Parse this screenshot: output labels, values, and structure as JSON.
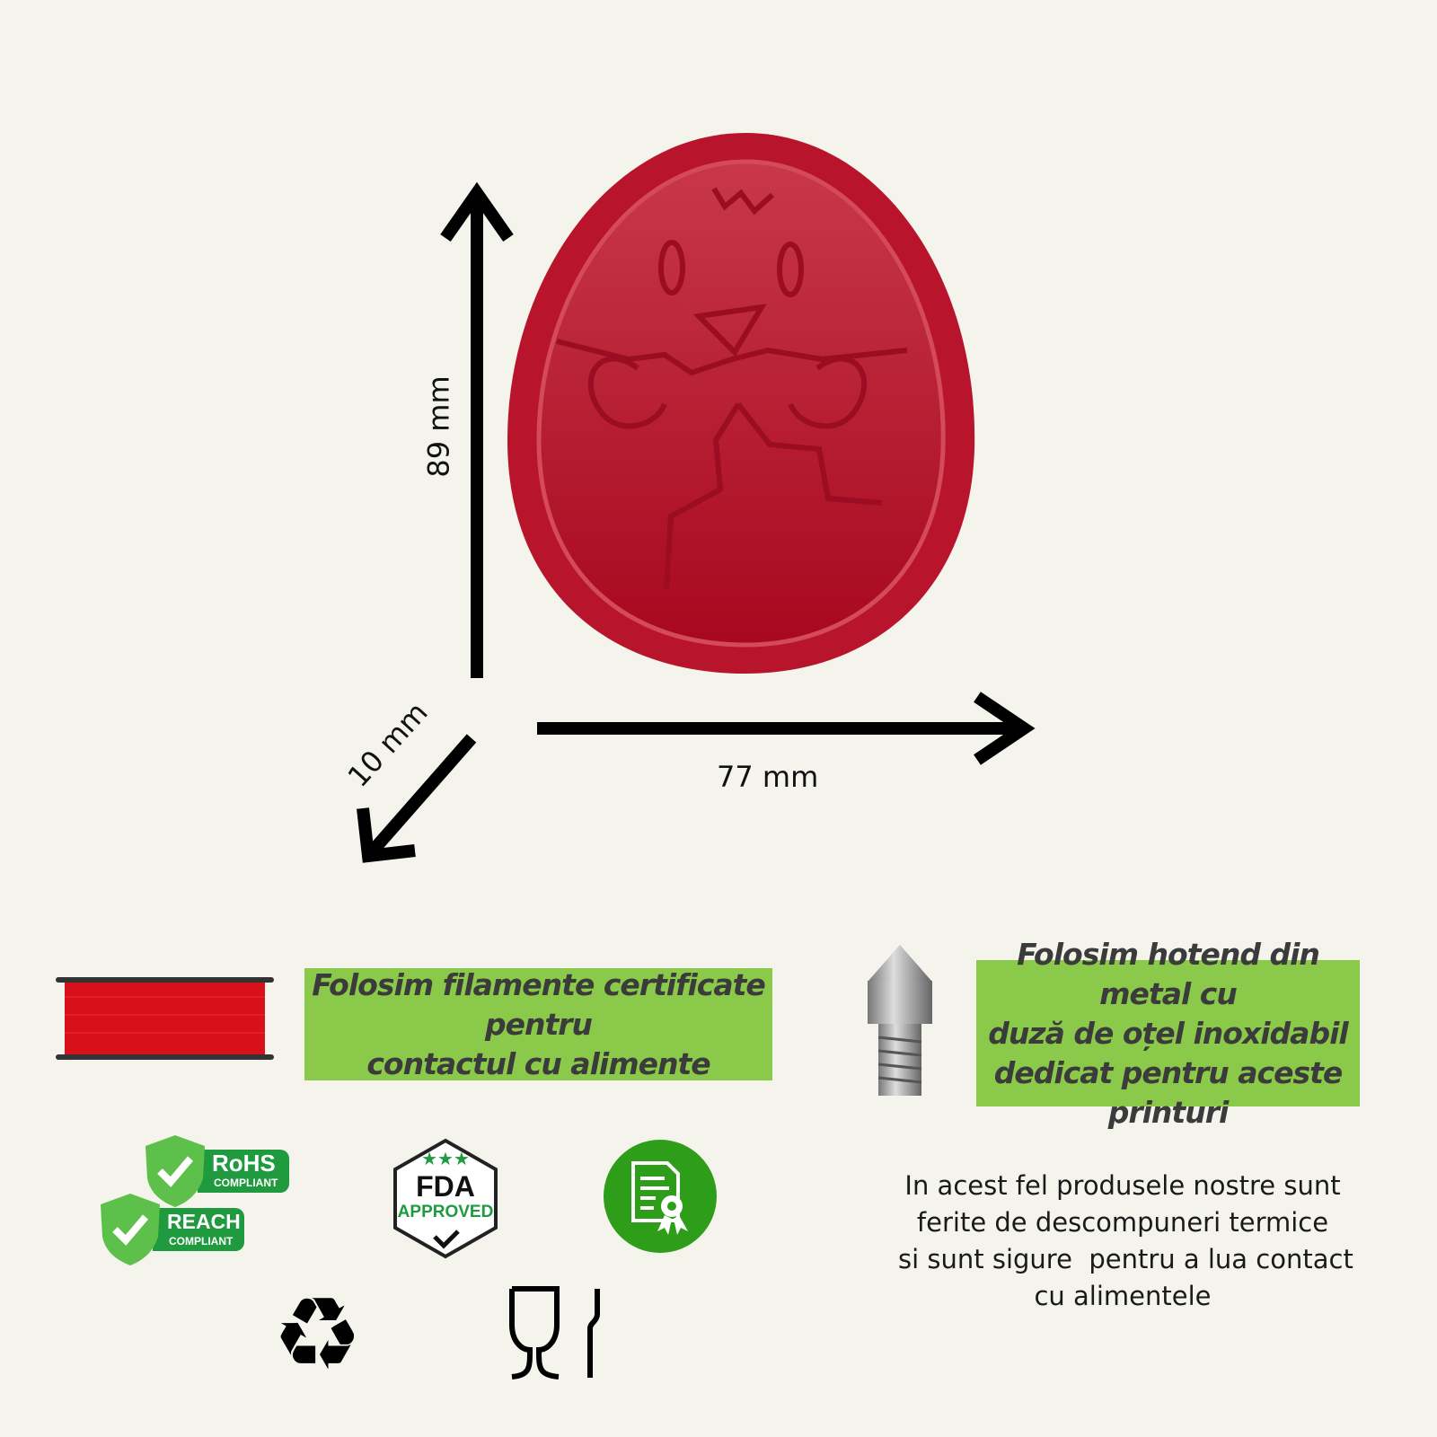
{
  "dimensions": {
    "height": "89 mm",
    "width": "77 mm",
    "depth": "10 mm"
  },
  "info_boxes": [
    {
      "text_line1": "Folosim filamente certificate pentru",
      "text_line2": "contactul cu alimente"
    },
    {
      "text_line1": "Folosim hotend din metal cu",
      "text_line2": "duză de oțel inoxidabil",
      "text_line3": "dedicat pentru aceste printuri"
    }
  ],
  "badges": {
    "rohs": {
      "title": "RoHS",
      "sub": "COMPLIANT"
    },
    "reach": {
      "title": "REACH",
      "sub": "COMPLIANT"
    },
    "fda": {
      "title": "FDA",
      "sub": "APPROVED"
    }
  },
  "note": {
    "line1": "In acest fel produsele nostre sunt",
    "line2": "ferite de descompuneri termice",
    "line3": "si sunt sigure  pentru a lua contact",
    "line4": "cu alimentele"
  },
  "colors": {
    "background": "#f4f3ec",
    "box_green": "#8bc94a",
    "product_red": "#b5102a",
    "badge_green": "#1f9a3f"
  }
}
